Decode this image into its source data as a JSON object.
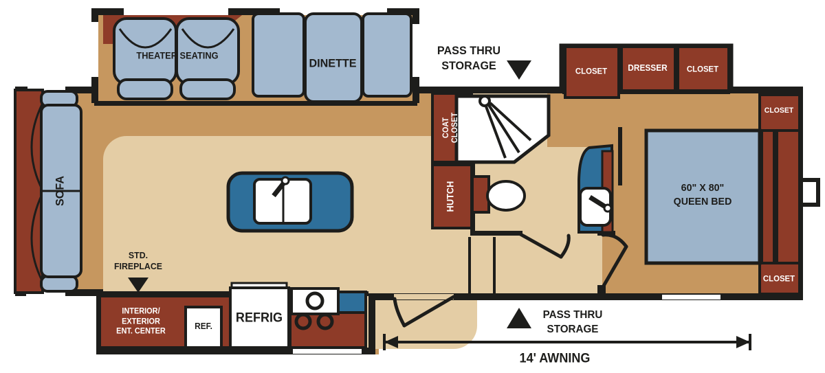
{
  "title": "Fifth-wheel RV floor plan",
  "colors": {
    "ink": "#1d1d1b",
    "maroon": "#8e3b28",
    "seat_blue": "#a3b9cf",
    "bed_blue": "#9db4ca",
    "teal": "#2e6f9a",
    "floor_dark": "#c6975f",
    "floor_light": "#e4cda5",
    "exterior": "#ffffff"
  },
  "living": {
    "sofa": "SOFA",
    "theater_seating": "THEATER SEATING",
    "dinette": "DINETTE",
    "fireplace_l1": "STD.",
    "fireplace_l2": "FIREPLACE"
  },
  "kitchen": {
    "ent_center_l1": "INTERIOR/",
    "ent_center_l2": "EXTERIOR",
    "ent_center_l3": "ENT. CENTER",
    "ref": "REF.",
    "refrig": "REFRIG"
  },
  "bath": {
    "coat_closet_l1": "COAT",
    "coat_closet_l2": "CLOSET",
    "hutch": "HUTCH"
  },
  "bedroom": {
    "closet_slide_left": "CLOSET",
    "dresser": "DRESSER",
    "closet_slide_right": "CLOSET",
    "closet_top_right": "CLOSET",
    "closet_bottom_right": "CLOSET",
    "bed_l1": "60\" X 80\"",
    "bed_l2": "QUEEN BED"
  },
  "annotations": {
    "pass_thru_top_l1": "PASS THRU",
    "pass_thru_top_l2": "STORAGE",
    "pass_thru_bottom_l1": "PASS THRU",
    "pass_thru_bottom_l2": "STORAGE",
    "awning": "14' AWNING"
  }
}
